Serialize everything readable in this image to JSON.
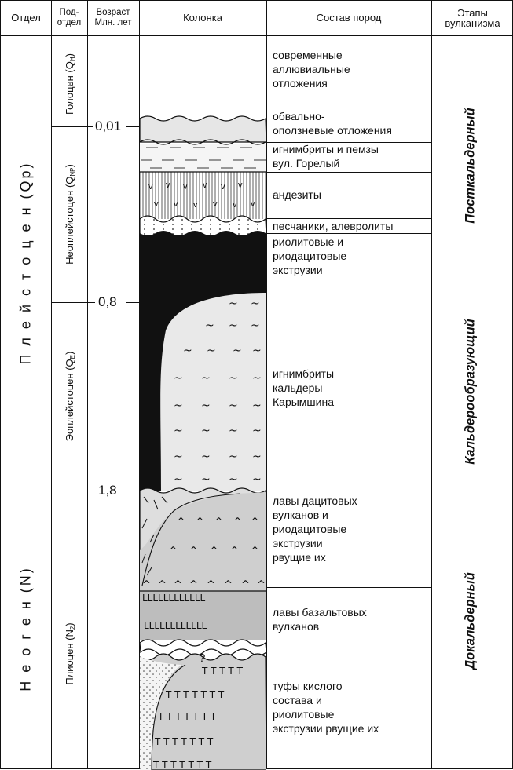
{
  "headers": {
    "otdel": "Отдел",
    "podotdel": "Под-\nотдел",
    "vozrast": "Возраст\nМлн. лет",
    "kolonka": "Колонка",
    "sostav": "Состав пород",
    "etapy": "Этапы\nвулканизма"
  },
  "otdely": {
    "pleistocene": "П л е й с т о ц е н  (Qp)",
    "neogene": "Н е о г е н  (N)"
  },
  "podotdely": {
    "holocene": "Голоцен (Q",
    "holocene_sub": "H",
    "neopleistocene": "Неоплейстоцен (Q",
    "neopleistocene_sub": "NP",
    "eopleistocene": "Эоплейстоцен  (Q",
    "eopleistocene_sub": "E",
    "pliocene": "Плиоцен (N",
    "pliocene_sub": "2"
  },
  "ages": {
    "a1": "0,01",
    "a2": "0,8",
    "a3": "1,8"
  },
  "column_marks": {
    "question": "?"
  },
  "composition": {
    "c1": "современные\nаллювиальные\nотложения",
    "c2": "обвально-\nоползневые отложения",
    "c3": "игнимбриты и пемзы\nвул. Горелый",
    "c4": "андезиты",
    "c5": "песчаники, алевролиты",
    "c6": "риолитовые и\nриодацитовые\nэкструзии",
    "c7": "игнимбриты\nкальдеры\nКарымшина",
    "c8": "лавы дацитовых\nвулканов и\nриодацитовые\nэкструзии\nрвущие их",
    "c9": "лавы базальтовых\nвулканов",
    "c10": "туфы кислого\nсостава и\nриолитовые\nэкструзии рвущие их"
  },
  "stages": {
    "post": "Посткальдерный",
    "caldera": "Кальдерообразующий",
    "pre": "Докальдерный"
  },
  "colors": {
    "light_gray": "#e8e8e8",
    "mid_gray": "#d9d9d9",
    "dark_gray": "#bdbdbd",
    "black": "#111111"
  }
}
